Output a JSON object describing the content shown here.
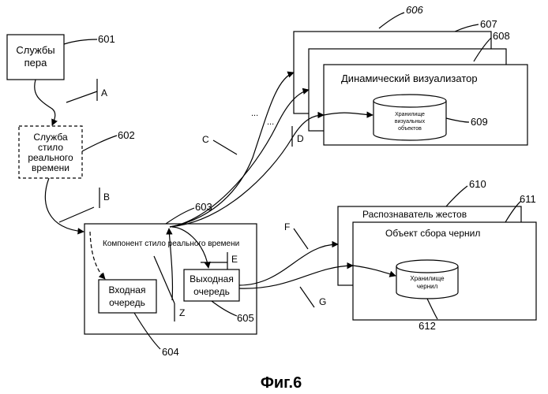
{
  "figure": {
    "caption": "Фиг.6"
  },
  "nodes": {
    "pen_services": {
      "ref": "601",
      "lines": [
        "Службы",
        "пера"
      ]
    },
    "rts_service": {
      "ref": "602",
      "lines": [
        "Служба",
        "стило",
        "реального",
        "времени"
      ]
    },
    "rts_component": {
      "ref": "603",
      "label": "Компонент стило реального времени"
    },
    "input_queue": {
      "ref": "604",
      "lines": [
        "Входная",
        "очередь"
      ]
    },
    "output_queue": {
      "ref": "605",
      "lines": [
        "Выходная",
        "очередь"
      ]
    },
    "visual_stack": {
      "ref": "606"
    },
    "visual_mid": {
      "ref": "607"
    },
    "dynamic_renderer": {
      "ref": "608",
      "label": "Динамический визуализатор"
    },
    "visual_store": {
      "ref": "609",
      "lines": [
        "Хранилище",
        "визуальных",
        "объектов"
      ]
    },
    "gesture_recognizer": {
      "ref": "610",
      "label": "Распознаватель жестов"
    },
    "ink_collector": {
      "ref": "611",
      "label": "Объект сбора чернил"
    },
    "ink_store": {
      "ref": "612",
      "lines": [
        "Хранилище",
        "чернил"
      ]
    }
  },
  "markers": {
    "a": "A",
    "b": "B",
    "c": "C",
    "d": "D",
    "e": "E",
    "f": "F",
    "g": "G",
    "z": "Z"
  },
  "ellipses": [
    "...",
    "..."
  ]
}
